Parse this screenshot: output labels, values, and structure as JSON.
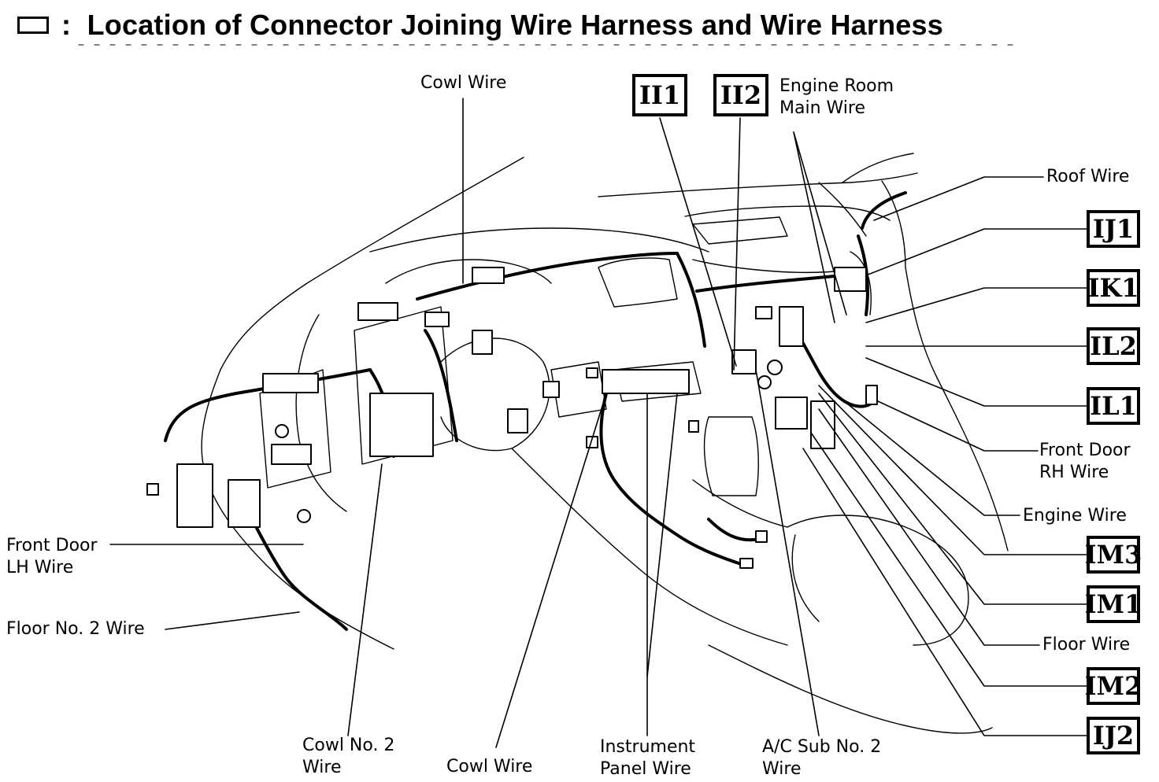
{
  "title": "Location of Connector Joining Wire Harness and Wire Harness",
  "title_separator": ":",
  "labels": {
    "cowl_wire_top": "Cowl Wire",
    "engine_room_main_wire": [
      "Engine Room",
      "Main Wire"
    ],
    "roof_wire": "Roof Wire",
    "front_door_rh_wire": [
      "Front Door",
      "RH Wire"
    ],
    "engine_wire": "Engine Wire",
    "floor_wire": "Floor Wire",
    "front_door_lh_wire": [
      "Front Door",
      "LH Wire"
    ],
    "floor_no2_wire": "Floor No. 2 Wire",
    "cowl_no2_wire": [
      "Cowl No. 2",
      "Wire"
    ],
    "cowl_wire_bottom": "Cowl Wire",
    "instrument_panel_wire": [
      "Instrument",
      "Panel Wire"
    ],
    "ac_sub_no2_wire": [
      "A/C Sub No. 2",
      "Wire"
    ]
  },
  "codes": {
    "II1": "II1",
    "II2": "II2",
    "IJ1": "IJ1",
    "IK1": "IK1",
    "IL2": "IL2",
    "IL1": "IL1",
    "IM3": "IM3",
    "IM1": "IM1",
    "IM2": "IM2",
    "IJ2": "IJ2"
  }
}
